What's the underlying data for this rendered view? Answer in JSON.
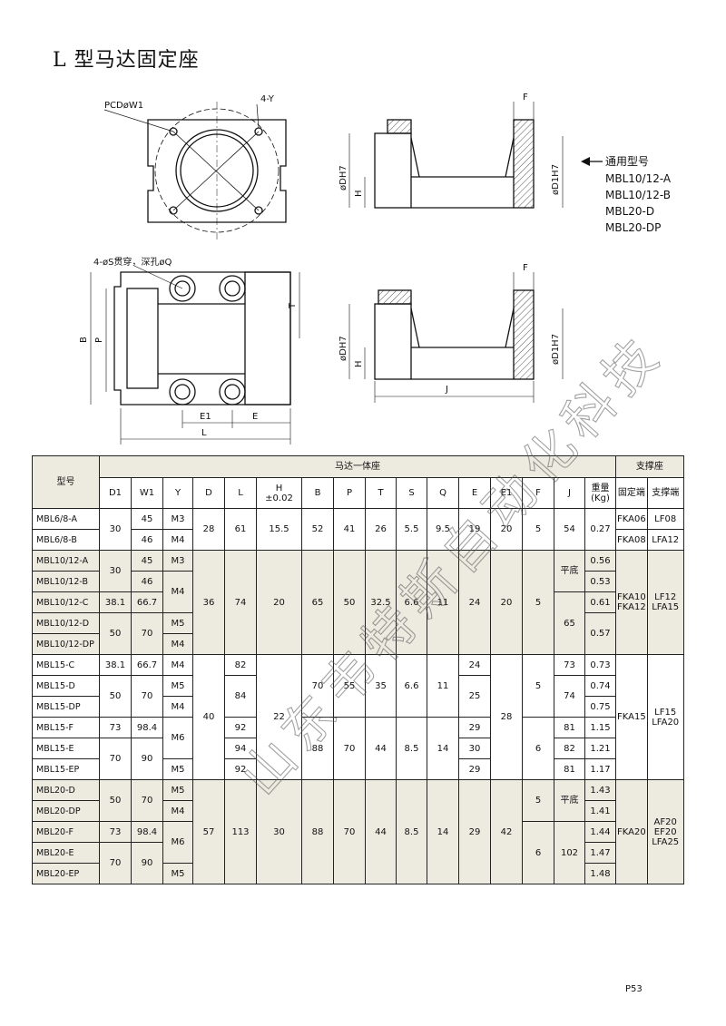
{
  "page_title": "L 型马达固定座",
  "page_number": "P53",
  "drawing_labels": {
    "pcd": "PCDøW1",
    "holes_y": "4-Y",
    "f": "F",
    "dh7": "øDH7",
    "h": "H",
    "d1h7": "øD1H7",
    "holes_s": "4-øS贯穿，深孔øQ",
    "b": "B",
    "p": "P",
    "t": "T",
    "e1": "E1",
    "e": "E",
    "l": "L",
    "j": "J"
  },
  "common_models": {
    "title": "通用型号",
    "items": [
      "MBL10/12-A",
      "MBL10/12-B",
      "MBL20-D",
      "MBL20-DP"
    ]
  },
  "watermark": "山东韦特斯自动化科技",
  "table": {
    "hdr": {
      "model": "型号",
      "group_motor": "马达一体座",
      "group_support": "支撑座",
      "d1": "D1",
      "w1": "W1",
      "y": "Y",
      "d": "D",
      "l": "L",
      "h": "H",
      "h_tol": "±0.02",
      "b": "B",
      "p": "P",
      "t": "T",
      "s": "S",
      "q": "Q",
      "e": "E",
      "e1": "E1",
      "f": "F",
      "j": "J",
      "weight": "重量",
      "weight_unit": "(Kg)",
      "fixed": "固定端",
      "support": "支撑端"
    },
    "models": [
      "MBL6/8-A",
      "MBL6/8-B",
      "MBL10/12-A",
      "MBL10/12-B",
      "MBL10/12-C",
      "MBL10/12-D",
      "MBL10/12-DP",
      "MBL15-C",
      "MBL15-D",
      "MBL15-DP",
      "MBL15-F",
      "MBL15-E",
      "MBL15-EP",
      "MBL20-D",
      "MBL20-DP",
      "MBL20-F",
      "MBL20-E",
      "MBL20-EP"
    ],
    "g1": {
      "d1": "30",
      "w1_a": "45",
      "w1_b": "46",
      "y_a": "M3",
      "y_b": "M4",
      "d": "28",
      "l": "61",
      "h": "15.5",
      "b": "52",
      "p": "41",
      "t": "26",
      "s": "5.5",
      "q": "9.5",
      "e": "19",
      "e1": "20",
      "f": "5",
      "j": "54",
      "kg": "0.27",
      "fx_a": "FKA06",
      "fx_b": "FKA08",
      "sp_a": "LF08",
      "sp_b": "LFA12"
    },
    "g2": {
      "d1_ab": "30",
      "d1_c": "38.1",
      "d1_d": "50",
      "w1_a": "45",
      "w1_b": "46",
      "w1_c": "66.7",
      "w1_d": "70",
      "y_a": "M3",
      "y_bc": "M4",
      "y_d": "M5",
      "y_dp": "M4",
      "d": "36",
      "l": "74",
      "h": "20",
      "b": "65",
      "p": "50",
      "t": "32.5",
      "s": "6.6",
      "q": "11",
      "e": "24",
      "e1": "20",
      "f": "5",
      "j_ab": "平底",
      "j_cd": "65",
      "kg_a": "0.56",
      "kg_b": "0.53",
      "kg_c": "0.61",
      "kg_d": "0.57",
      "fx": "FKA10\nFKA12",
      "sp": "LF12\nLFA15"
    },
    "g3": {
      "d1_c": "38.1",
      "d1_d": "50",
      "d1_f": "73",
      "d1_e": "70",
      "w1_c": "66.7",
      "w1_d": "70",
      "w1_f": "98.4",
      "w1_e": "90",
      "y_c": "M4",
      "y_d": "M5",
      "y_dp": "M4",
      "y_fe": "M6",
      "y_ep": "M5",
      "d": "40",
      "l_c": "82",
      "l_d": "84",
      "l_f": "92",
      "l_e": "94",
      "l_ep": "92",
      "h": "22",
      "b_d": "70",
      "p_d": "55",
      "t_d": "35",
      "s_d": "6.6",
      "q_d": "11",
      "b_f": "88",
      "p_f": "70",
      "t_f": "44",
      "s_f": "8.5",
      "q_f": "14",
      "e_c": "24",
      "e_d": "25",
      "e_f": "29",
      "e_e": "30",
      "e_ep": "29",
      "e1": "28",
      "f_cd": "5",
      "f_fe": "6",
      "j_c": "73",
      "j_d": "74",
      "j_f": "81",
      "j_e": "82",
      "j_ep": "81",
      "kg_c": "0.73",
      "kg_d": "0.74",
      "kg_dp": "0.75",
      "kg_f": "1.15",
      "kg_e": "1.21",
      "kg_ep": "1.17",
      "fx": "FKA15",
      "sp": "LF15\nLFA20"
    },
    "g4": {
      "d1_d": "50",
      "d1_f": "73",
      "d1_e": "70",
      "w1_d": "70",
      "w1_f": "98.4",
      "w1_e": "90",
      "y_d": "M5",
      "y_dp": "M4",
      "y_fe": "M6",
      "y_ep": "M5",
      "d": "57",
      "l": "113",
      "h": "30",
      "b": "88",
      "p": "70",
      "t": "44",
      "s": "8.5",
      "q": "14",
      "e": "29",
      "e1": "42",
      "f_d": "5",
      "f_fe": "6",
      "j_d": "平底",
      "j_fe": "102",
      "kg_d": "1.43",
      "kg_dp": "1.41",
      "kg_f": "1.44",
      "kg_e": "1.47",
      "kg_ep": "1.48",
      "fx": "FKA20",
      "sp": "AF20\nEF20\nLFA25"
    }
  }
}
